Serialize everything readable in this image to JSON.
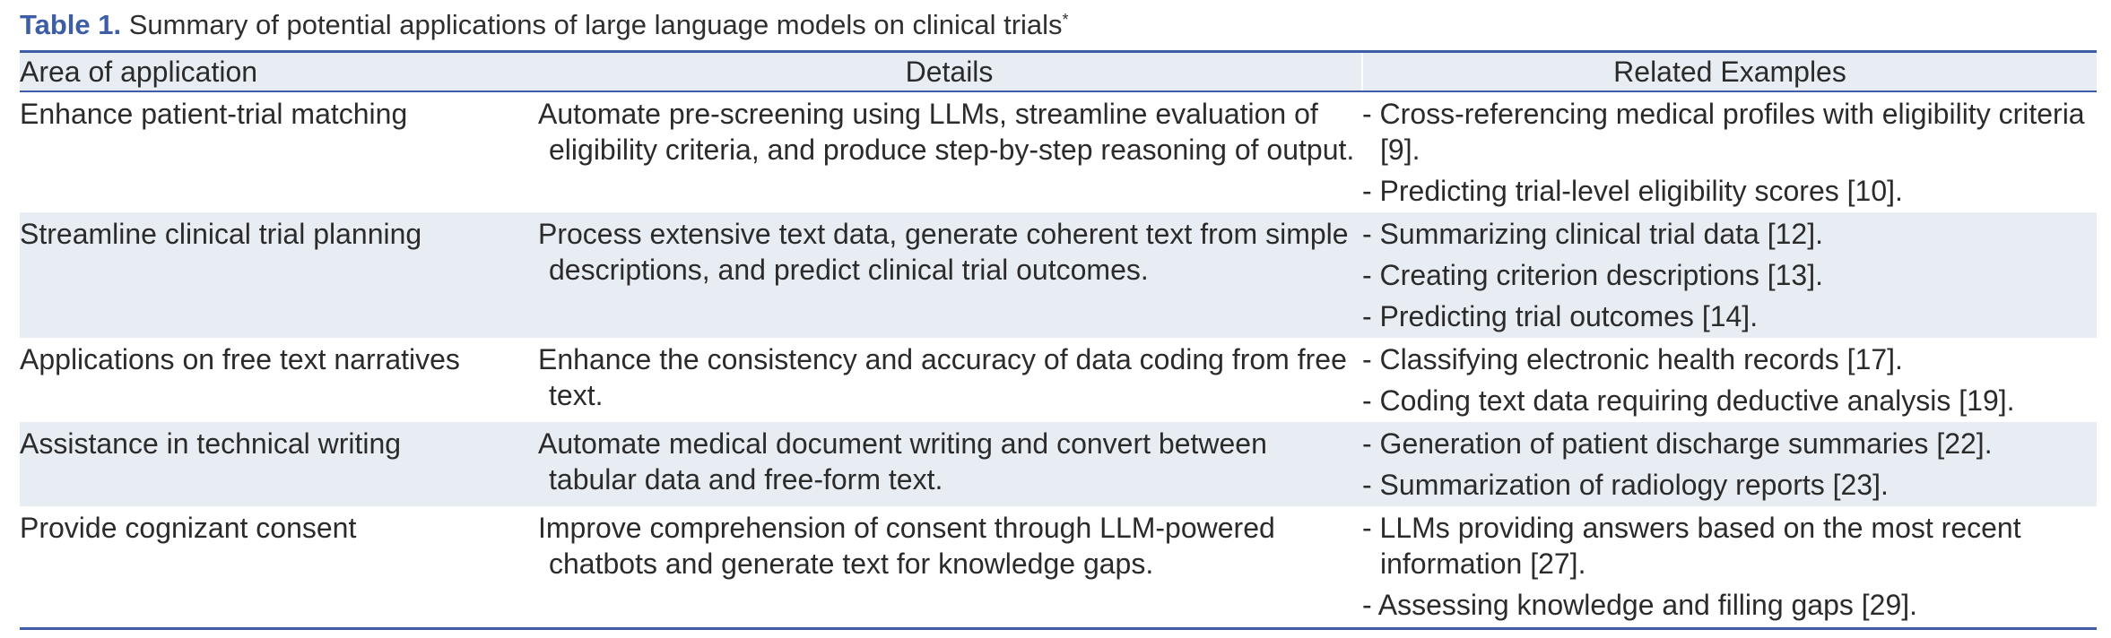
{
  "table": {
    "caption_label": "Table 1.",
    "caption_text": " Summary of potential applications of large language models on clinical trials",
    "caption_mark": "*",
    "headers": [
      "Area of application",
      "Details",
      "Related Examples"
    ],
    "rows": [
      {
        "area": "Enhance patient-trial matching",
        "details": "Automate pre-screening using LLMs, streamline evaluation of eligibility criteria, and produce step-by-step reasoning of output.",
        "examples": [
          "- Cross-referencing medical profiles with eligibility criteria [9].",
          "- Predicting trial-level eligibility scores [10]."
        ]
      },
      {
        "area": "Streamline clinical trial planning",
        "details": "Process extensive text data, generate coherent text from simple descriptions, and predict clinical trial outcomes.",
        "examples": [
          "- Summarizing clinical trial data [12].",
          "- Creating criterion descriptions [13].",
          "- Predicting trial outcomes [14]."
        ]
      },
      {
        "area": "Applications on free text narratives",
        "details": "Enhance the consistency and accuracy of data coding from free text.",
        "examples": [
          "- Classifying electronic health records [17].",
          "- Coding text data requiring deductive analysis [19]."
        ]
      },
      {
        "area": "Assistance in technical writing",
        "details": "Automate medical document writing and convert between tabular data and free-form text.",
        "examples": [
          "- Generation of patient discharge summaries [22].",
          "- Summarization of radiology reports [23]."
        ]
      },
      {
        "area": "Provide cognizant consent",
        "details": "Improve comprehension of consent through LLM-powered chatbots and generate text for knowledge gaps.",
        "examples": [
          "- LLMs providing answers based on the most recent information [27].",
          "- Assessing knowledge and filling gaps [29]."
        ]
      }
    ]
  }
}
